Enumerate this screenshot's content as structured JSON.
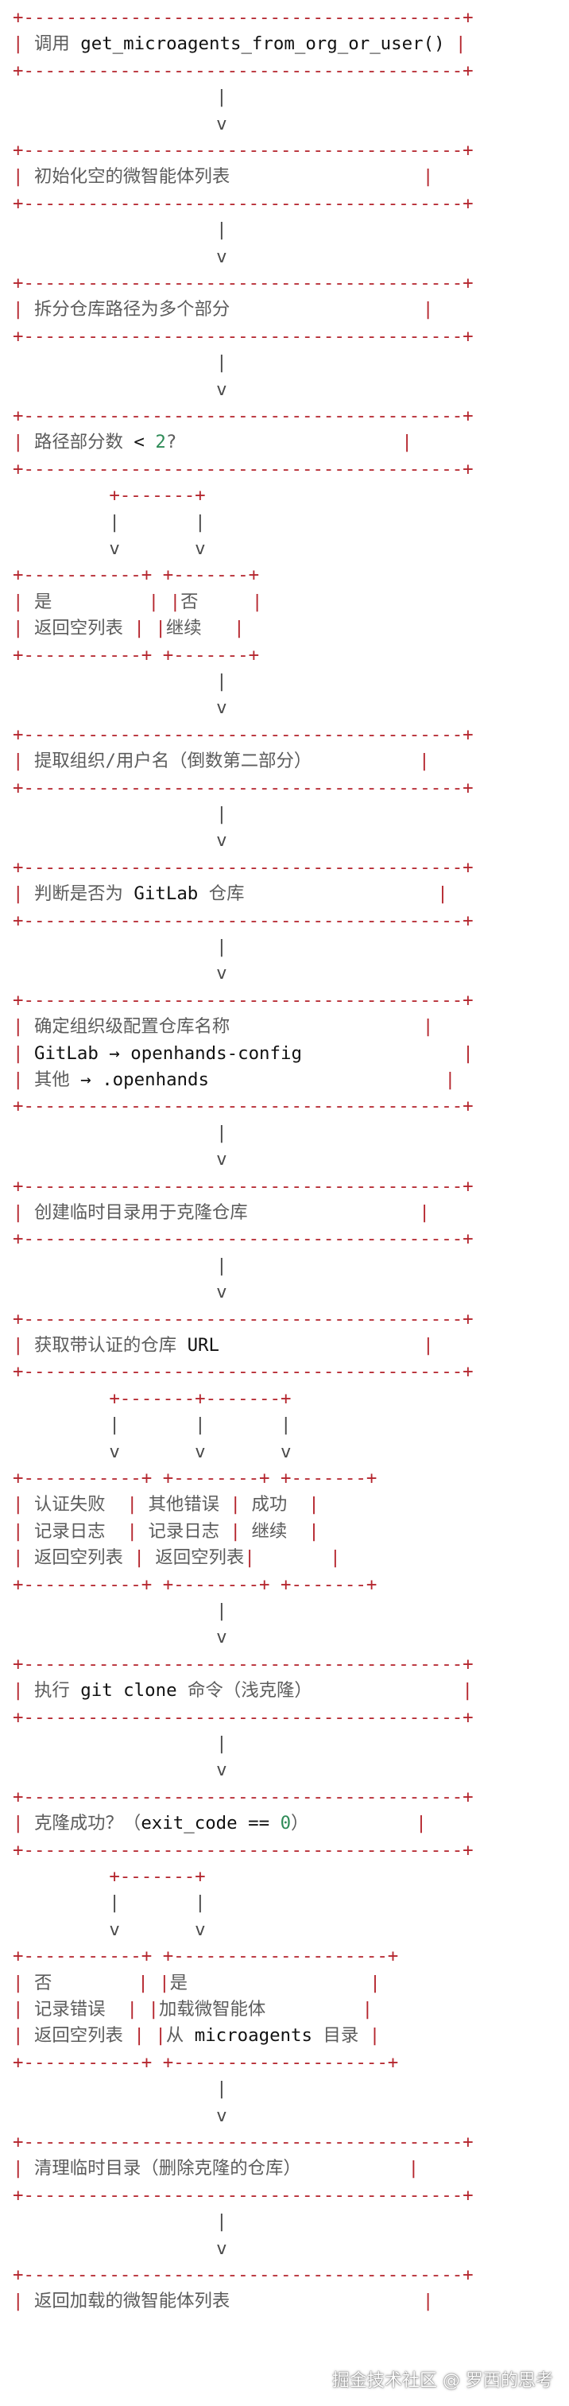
{
  "lines": [
    [
      "b|+-----------------------------------------+"
    ],
    [
      "b|| ",
      "t|调用 ",
      "c|get_microagents_from_org_or_user()",
      "b| |"
    ],
    [
      "b|+-----------------------------------------+"
    ],
    [
      "f|                   |"
    ],
    [
      "f|                   v"
    ],
    [
      "b|+-----------------------------------------+"
    ],
    [
      "b|| ",
      "t|初始化空的微智能体列表",
      "b|                  |"
    ],
    [
      "b|+-----------------------------------------+"
    ],
    [
      "f|                   |"
    ],
    [
      "f|                   v"
    ],
    [
      "b|+-----------------------------------------+"
    ],
    [
      "b|| ",
      "t|拆分仓库路径为多个部分",
      "b|                  |"
    ],
    [
      "b|+-----------------------------------------+"
    ],
    [
      "f|                   |"
    ],
    [
      "f|                   v"
    ],
    [
      "b|+-----------------------------------------+"
    ],
    [
      "b|| ",
      "t|路径部分数 ",
      "c|< ",
      "n|2",
      "t|?",
      "b|                     |"
    ],
    [
      "b|+-----------------------------------------+"
    ],
    [
      "f|         ",
      "b|+-------+"
    ],
    [
      "f|         |       |"
    ],
    [
      "f|         v       v"
    ],
    [
      "b|+-----------+ +-------+"
    ],
    [
      "b|| ",
      "t|是",
      "b|         | |",
      "t|否",
      "b|     |"
    ],
    [
      "b|| ",
      "t|返回空列表",
      "b| | |",
      "t|继续",
      "b|   |"
    ],
    [
      "b|+-----------+ +-------+"
    ],
    [
      "f|                   |"
    ],
    [
      "f|                   v"
    ],
    [
      "b|+-----------------------------------------+"
    ],
    [
      "b|| ",
      "t|提取组织/用户名（倒数第二部分）",
      "b|          |"
    ],
    [
      "b|+-----------------------------------------+"
    ],
    [
      "f|                   |"
    ],
    [
      "f|                   v"
    ],
    [
      "b|+-----------------------------------------+"
    ],
    [
      "b|| ",
      "t|判断是否为 ",
      "c|GitLab",
      "t| 仓库",
      "b|                  |"
    ],
    [
      "b|+-----------------------------------------+"
    ],
    [
      "f|                   |"
    ],
    [
      "f|                   v"
    ],
    [
      "b|+-----------------------------------------+"
    ],
    [
      "b|| ",
      "t|确定组织级配置仓库名称",
      "b|                  |"
    ],
    [
      "b|| ",
      "c|GitLab → openhands-config",
      "b|               |"
    ],
    [
      "b|| ",
      "t|其他 ",
      "c|→ .openhands",
      "b|                      |"
    ],
    [
      "b|+-----------------------------------------+"
    ],
    [
      "f|                   |"
    ],
    [
      "f|                   v"
    ],
    [
      "b|+-----------------------------------------+"
    ],
    [
      "b|| ",
      "t|创建临时目录用于克隆仓库",
      "b|                |"
    ],
    [
      "b|+-----------------------------------------+"
    ],
    [
      "f|                   |"
    ],
    [
      "f|                   v"
    ],
    [
      "b|+-----------------------------------------+"
    ],
    [
      "b|| ",
      "t|获取带认证的仓库 ",
      "c|URL",
      "b|                   |"
    ],
    [
      "b|+-----------------------------------------+"
    ],
    [
      "f|         ",
      "b|+-------+-------+"
    ],
    [
      "f|         |       |       |"
    ],
    [
      "f|         v       v       v"
    ],
    [
      "b|+-----------+ +--------+ +-------+"
    ],
    [
      "b|| ",
      "t|认证失败",
      "b|  | ",
      "t|其他错误",
      "b| | ",
      "t|成功",
      "b|  |"
    ],
    [
      "b|| ",
      "t|记录日志",
      "b|  | ",
      "t|记录日志",
      "b| | ",
      "t|继续",
      "b|  |"
    ],
    [
      "b|| ",
      "t|返回空列表",
      "b| | ",
      "t|返回空列表",
      "b||       |"
    ],
    [
      "b|+-----------+ +--------+ +-------+"
    ],
    [
      "f|                   |"
    ],
    [
      "f|                   v"
    ],
    [
      "b|+-----------------------------------------+"
    ],
    [
      "b|| ",
      "t|执行 ",
      "c|git clone",
      "t| 命令（浅克隆）",
      "b|              |"
    ],
    [
      "b|+-----------------------------------------+"
    ],
    [
      "f|                   |"
    ],
    [
      "f|                   v"
    ],
    [
      "b|+-----------------------------------------+"
    ],
    [
      "b|| ",
      "t|克隆成功？（",
      "c|exit_code == ",
      "n|0",
      "t|）",
      "b|          |"
    ],
    [
      "b|+-----------------------------------------+"
    ],
    [
      "f|         ",
      "b|+-------+"
    ],
    [
      "f|         |       |"
    ],
    [
      "f|         v       v"
    ],
    [
      "b|+-----------+ +--------------------+"
    ],
    [
      "b|| ",
      "t|否",
      "b|        | |",
      "t|是",
      "b|                 |"
    ],
    [
      "b|| ",
      "t|记录错误",
      "b|  | |",
      "t|加载微智能体",
      "b|         |"
    ],
    [
      "b|| ",
      "t|返回空列表",
      "b| | |",
      "t|从 ",
      "c|microagents",
      "t| 目录",
      "b| |"
    ],
    [
      "b|+-----------+ +--------------------+"
    ],
    [
      "f|                   |"
    ],
    [
      "f|                   v"
    ],
    [
      "b|+-----------------------------------------+"
    ],
    [
      "b|| ",
      "t|清理临时目录（删除克隆的仓库）",
      "b|          |"
    ],
    [
      "b|+-----------------------------------------+"
    ],
    [
      "f|                   |"
    ],
    [
      "f|                   v"
    ],
    [
      "b|+-----------------------------------------+"
    ],
    [
      "b|| ",
      "t|返回加载的微智能体列表",
      "b|                  |"
    ]
  ],
  "watermark": "掘金技术社区 @ 罗西的思考"
}
